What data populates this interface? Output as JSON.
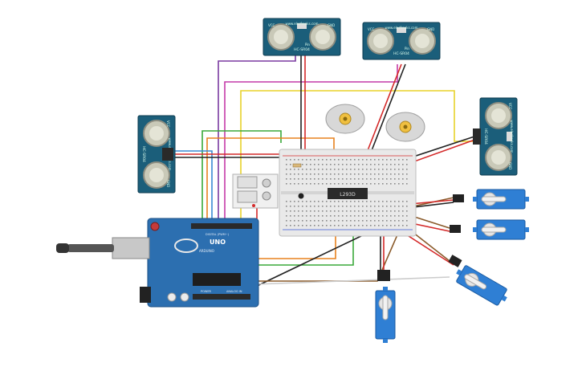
{
  "sensors": {
    "brand": "www.elecfreaks.com",
    "model": "HC-SR04",
    "pin_label": "Pin",
    "vcc": "VCC",
    "gnd": "GND"
  },
  "arduino": {
    "logo": "UNO",
    "brand": "ARDUINO",
    "digital_label": "DIGITAL (PWM~)",
    "power_label": "POWER",
    "analog_label": "ANALOG IN"
  },
  "driver_chip": {
    "label": "L293D"
  },
  "colors": {
    "sensor_pcb": "#1b5e7a",
    "arduino_pcb": "#2c6fb0",
    "servo_body": "#2f7fd4",
    "breadboard": "#e9e9e9",
    "wire_red": "#d42a2a",
    "wire_black": "#222222",
    "wire_purple": "#7a3aa0",
    "wire_magenta": "#c43aa8",
    "wire_yellow": "#e8d22a",
    "wire_orange": "#e8821e",
    "wire_green": "#3aa83a",
    "wire_brown": "#8a5a2a",
    "wire_blue": "#3a8ad4",
    "wire_white": "#cccccc"
  }
}
